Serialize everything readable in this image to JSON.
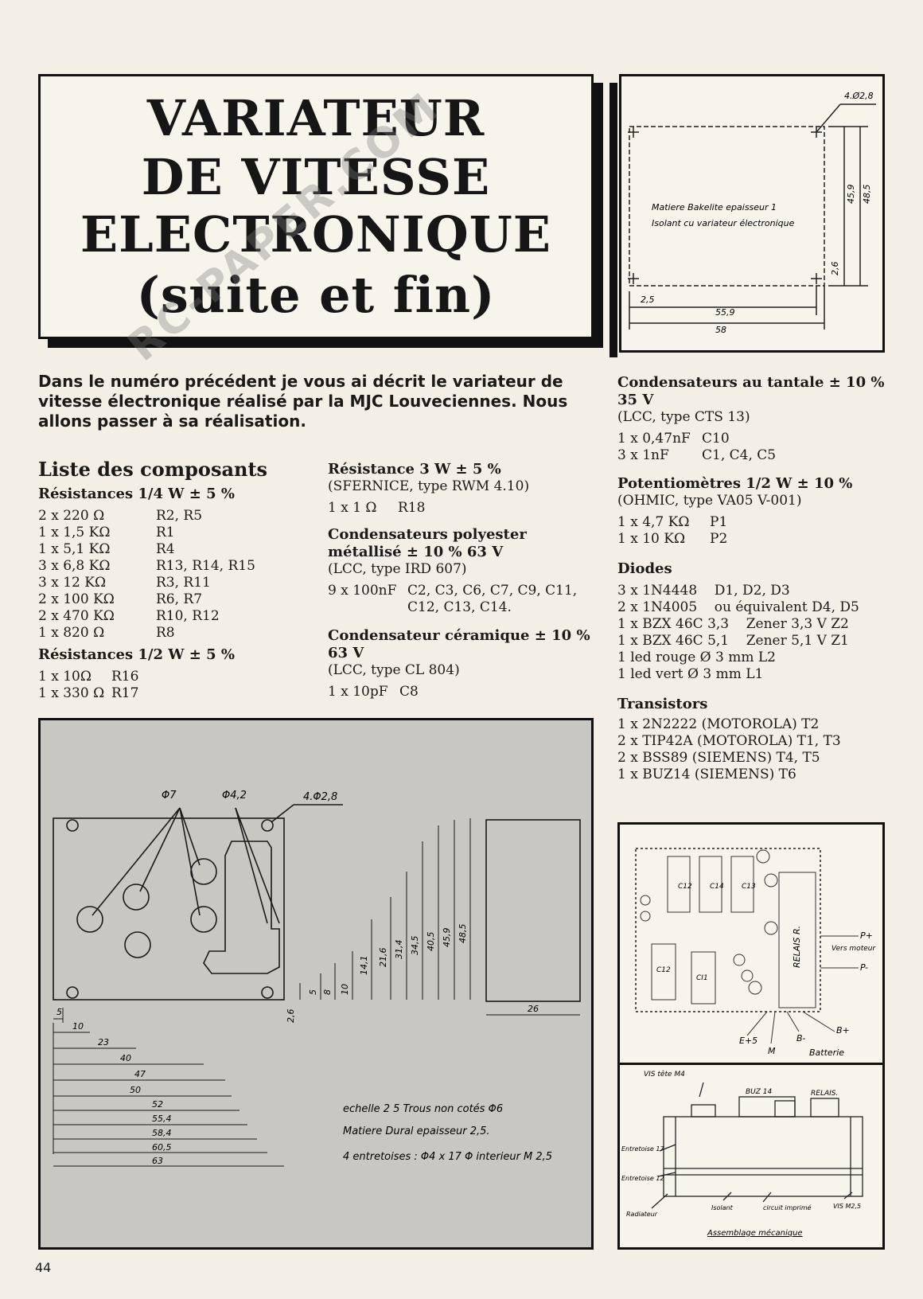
{
  "title": {
    "line1": "VARIATEUR",
    "line2": "DE VITESSE",
    "line3": "ELECTRONIQUE",
    "line4": "(suite et fin)"
  },
  "watermark": "RC-PAPER.COM",
  "plate_drawing": {
    "note_line1": "Matiere Bakelite epaisseur 1",
    "note_line2": "Isolant cu variateur électronique",
    "dims": [
      "4.Ø2,8",
      "45,9",
      "48,5",
      "2,6",
      "2,5",
      "55,9",
      "58"
    ]
  },
  "intro": "Dans le numéro précédent je vous ai décrit le variateur de vitesse électronique réalisé par la MJC Louveciennes. Nous allons passer à sa réalisation.",
  "components": {
    "heading": "Liste des composants",
    "res_quarter": {
      "title": "Résistances 1/4 W ± 5 %",
      "rows": [
        {
          "q": "2 x 220 Ω",
          "r": "R2, R5"
        },
        {
          "q": "1 x 1,5 KΩ",
          "r": "R1"
        },
        {
          "q": "1 x 5,1 KΩ",
          "r": "R4"
        },
        {
          "q": "3 x 6,8 KΩ",
          "r": "R13, R14, R15"
        },
        {
          "q": "3 x 12 KΩ",
          "r": "R3, R11"
        },
        {
          "q": "2 x 100 KΩ",
          "r": "R6, R7"
        },
        {
          "q": "2 x 470 KΩ",
          "r": "R10, R12"
        },
        {
          "q": "1 x 820 Ω",
          "r": "R8"
        }
      ]
    },
    "res_half": {
      "title": "Résistances 1/2 W ± 5 %",
      "rows": [
        {
          "q": "1 x 10Ω",
          "r": "R16"
        },
        {
          "q": "1 x 330 Ω",
          "r": "R17"
        }
      ]
    },
    "res_3w": {
      "title": "Résistance 3 W ± 5 %",
      "type": "(SFERNICE, type RWM 4.10)",
      "rows": [
        {
          "q": "1 x 1 Ω",
          "r": "R18"
        }
      ]
    },
    "cap_poly": {
      "title": "Condensateurs polyester métallisé ± 10 % 63 V",
      "type": "(LCC, type IRD 607)",
      "rows": [
        {
          "q": "9 x 100nF",
          "r": "C2, C3, C6, C7, C9, C11, C12, C13, C14."
        }
      ]
    },
    "cap_ceram": {
      "title": "Condensateur céramique ± 10 % 63 V",
      "type": "(LCC, type CL 804)",
      "rows": [
        {
          "q": "1 x 10pF",
          "r": "C8"
        }
      ]
    },
    "cap_tant": {
      "title": "Condensateurs au tantale ± 10 % 35 V",
      "type": "(LCC, type CTS 13)",
      "rows": [
        {
          "q": "1 x 0,47nF",
          "r": "C10"
        },
        {
          "q": "3 x 1nF",
          "r": "C1, C4, C5"
        }
      ]
    },
    "pots": {
      "title": "Potentiomètres 1/2 W ± 10 %",
      "type": "(OHMIC, type VA05 V-001)",
      "rows": [
        {
          "q": "1 x 4,7 KΩ",
          "r": "P1"
        },
        {
          "q": "1 x 10 KΩ",
          "r": "P2"
        }
      ]
    },
    "diodes": {
      "title": "Diodes",
      "lines": [
        "3 x 1N4448    D1, D2, D3",
        "2 x 1N4005    ou équivalent D4, D5",
        "1 x BZX 46C 3,3    Zener 3,3 V Z2",
        "1 x BZX 46C 5,1    Zener 5,1 V Z1",
        "1 led rouge Ø 3 mm L2",
        "1 led vert Ø 3 mm L1"
      ]
    },
    "transistors": {
      "title": "Transistors",
      "lines": [
        "1 x 2N2222 (MOTOROLA) T2",
        "2 x TIP42A (MOTOROLA) T1, T3",
        "2 x BSS89 (SIEMENS) T4, T5",
        "1 x BUZ14 (SIEMENS) T6"
      ]
    }
  },
  "big_drawing": {
    "labels_top": [
      "Φ7",
      "Φ4,2",
      "4.Φ2,8"
    ],
    "dims_h": [
      "5",
      "10",
      "23",
      "40",
      "47",
      "50",
      "52",
      "55,4",
      "58,4",
      "60,5",
      "63"
    ],
    "dims_v": [
      "2,6",
      "5",
      "8",
      "10",
      "14,1",
      "21,6",
      "31,4",
      "34,5",
      "40,5",
      "45,9",
      "48,5"
    ],
    "side_dim": "26",
    "note1": "echelle 2     5 Trous non cotés Φ6",
    "note2": "Matiere     Dural epaisseur 2,5.",
    "note3": "4 entretoises : Φ4 x 17   Φ interieur M 2,5"
  },
  "schematic": {
    "relay_label": "RELAIS R.",
    "pplus": "P+",
    "pminus": "P-",
    "vers_moteur": "Vers moteur",
    "bplus": "B+",
    "bminus": "B-",
    "batterie": "Batterie",
    "e_plus": "E+5",
    "m": "M",
    "chips": [
      "C12",
      "C14",
      "C13",
      "CI1",
      "C12"
    ]
  },
  "assembly": {
    "top_label": "VIS tête M4",
    "buz": "BUZ 14",
    "relais": "RELAIS.",
    "ent17": "Entretoise 17",
    "ent12": "Entretoise 12",
    "radiateur": "Radiateur",
    "isolant": "Isolant",
    "circuit": "circuit imprimé",
    "vis": "VIS M2,5",
    "caption": "Assemblage mécanique"
  },
  "page_number": "44"
}
